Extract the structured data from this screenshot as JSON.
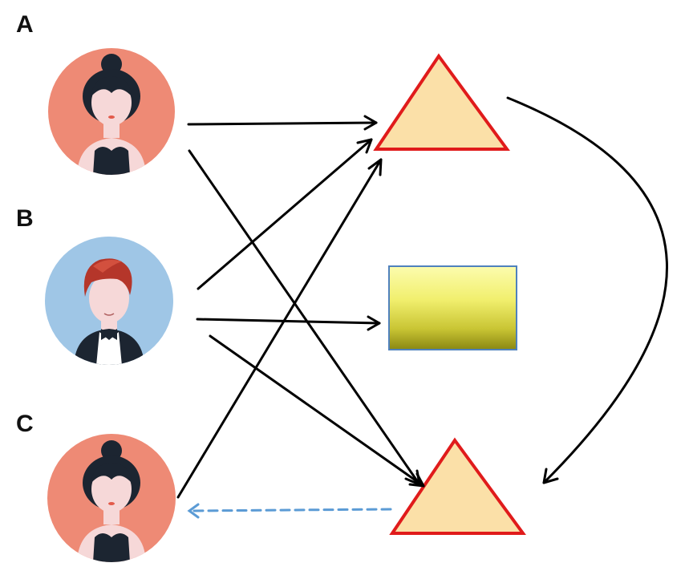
{
  "labels": {
    "a": "A",
    "b": "B",
    "c": "C"
  },
  "persons": [
    {
      "id": "A",
      "icon": "woman-avatar-icon",
      "bg_color": "#ee8a75"
    },
    {
      "id": "B",
      "icon": "man-avatar-icon",
      "bg_color": "#9fc6e6"
    },
    {
      "id": "C",
      "icon": "woman-avatar-icon",
      "bg_color": "#ee8a75"
    }
  ],
  "nodes": [
    {
      "id": "triangle-top",
      "shape": "triangle",
      "fill": "#fbe0a8",
      "stroke": "#e01b1b"
    },
    {
      "id": "rectangle-middle",
      "shape": "rectangle",
      "fill_gradient": [
        "#fcfcae",
        "#f2f06a",
        "#8f8c12"
      ],
      "stroke": "#4f81bd"
    },
    {
      "id": "triangle-bottom",
      "shape": "triangle",
      "fill": "#fbe0a8",
      "stroke": "#e01b1b"
    }
  ],
  "edges": [
    {
      "from": "A",
      "to": "triangle-top",
      "style": "solid",
      "color": "#000000"
    },
    {
      "from": "A",
      "to": "triangle-bottom",
      "style": "solid",
      "color": "#000000"
    },
    {
      "from": "B",
      "to": "triangle-top",
      "style": "solid",
      "color": "#000000"
    },
    {
      "from": "B",
      "to": "rectangle-middle",
      "style": "solid",
      "color": "#000000"
    },
    {
      "from": "B",
      "to": "triangle-bottom",
      "style": "solid",
      "color": "#000000"
    },
    {
      "from": "C",
      "to": "triangle-top",
      "style": "solid",
      "color": "#000000"
    },
    {
      "from": "triangle-top",
      "to": "triangle-bottom",
      "style": "solid-curved",
      "color": "#000000"
    },
    {
      "from": "triangle-bottom",
      "to": "C",
      "style": "dashed",
      "color": "#5b9bd5"
    }
  ]
}
